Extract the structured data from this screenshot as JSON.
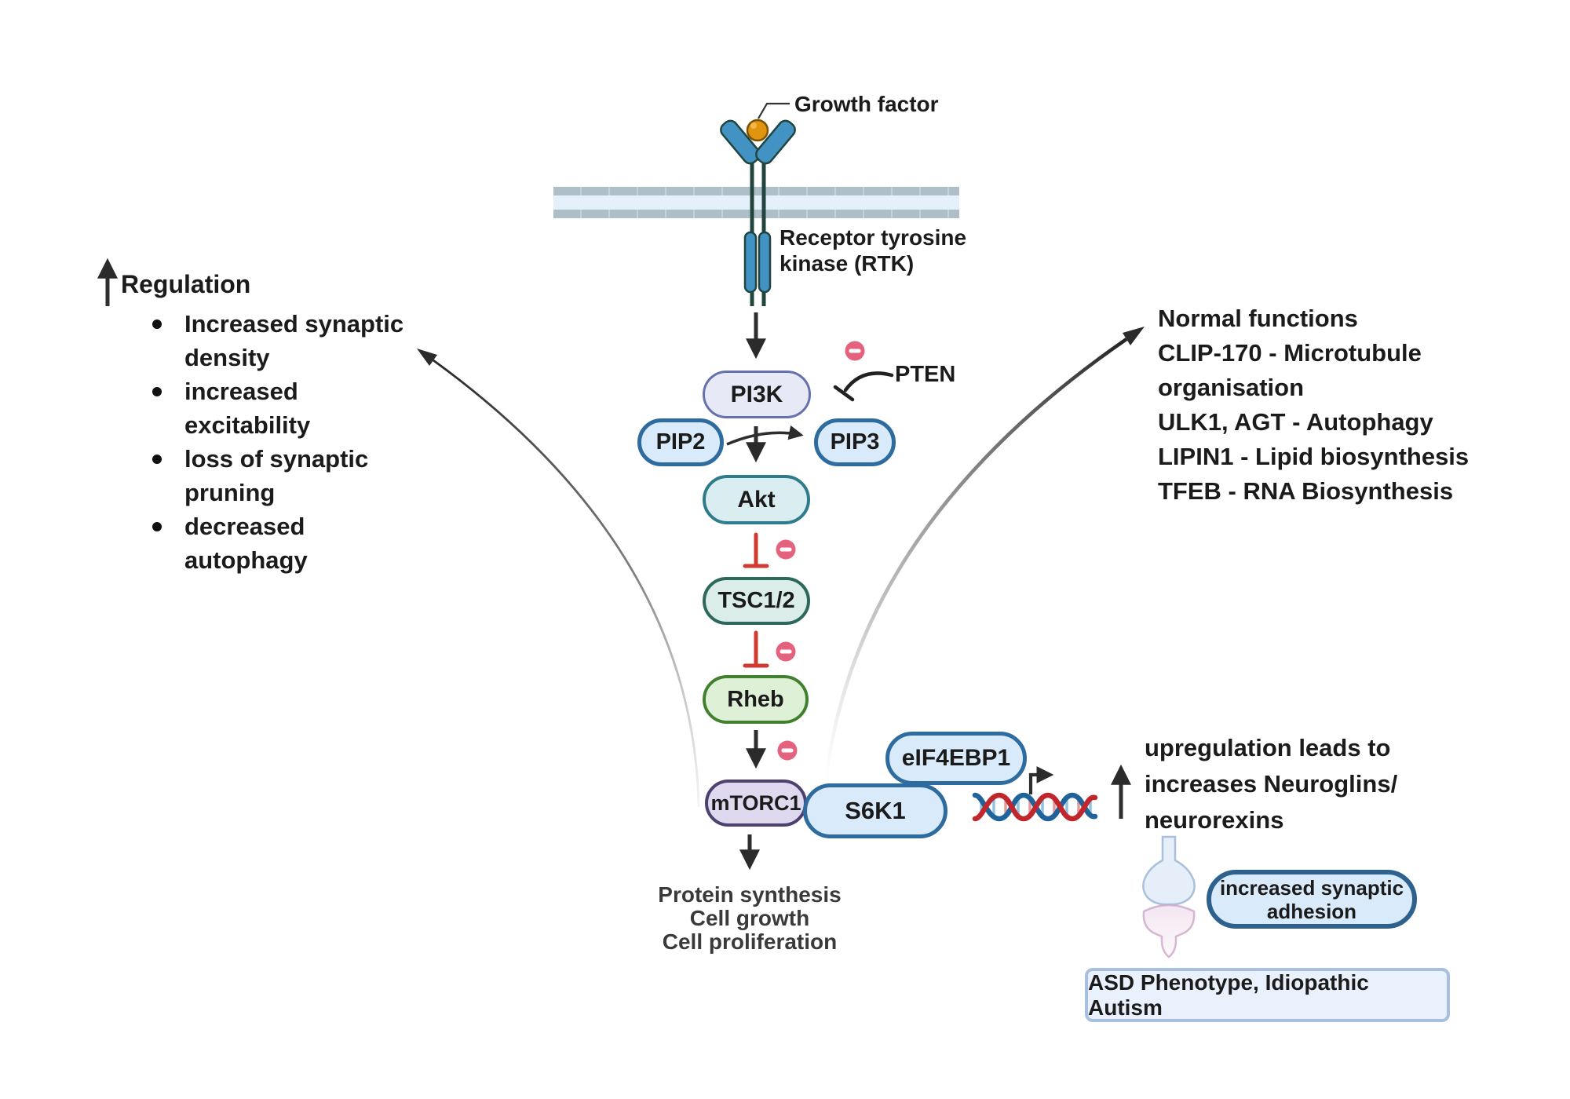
{
  "receptor": {
    "growth_factor_label": "Growth factor",
    "rtk_label_line1": "Receptor tyrosine",
    "rtk_label_line2": "kinase (RTK)"
  },
  "nodes": {
    "pi3k": "PI3K",
    "pip2": "PIP2",
    "pip3": "PIP3",
    "akt": "Akt",
    "tsc12": "TSC1/2",
    "rheb": "Rheb",
    "mtorc1": "mTORC1",
    "s6k1": "S6K1",
    "eif4ebp1": "eIF4EBP1",
    "pten": "PTEN"
  },
  "left_panel": {
    "heading": "Regulation",
    "bullets": [
      [
        "Increased synaptic",
        "density"
      ],
      [
        "increased",
        "excitability"
      ],
      [
        "loss of synaptic",
        "pruning"
      ],
      [
        "decreased",
        "autophagy"
      ]
    ]
  },
  "right_panel": {
    "lines": [
      "Normal functions",
      "CLIP-170 - Microtubule",
      "organisation",
      "ULK1, AGT - Autophagy",
      "LIPIN1 - Lipid biosynthesis",
      "TFEB - RNA Biosynthesis"
    ]
  },
  "outcomes": {
    "lines": [
      "Protein synthesis",
      "Cell growth",
      "Cell proliferation"
    ]
  },
  "upregulation": {
    "lines": [
      "upregulation leads to",
      "increases Neuroglins/",
      "neurorexins"
    ]
  },
  "adhesion_pill": {
    "lines": [
      "increased synaptic",
      "adhesion"
    ]
  },
  "asd_box": {
    "label": "ASD Phenotype, Idiopathic Autism"
  },
  "icons": {
    "growth_factor": "orange-ligand-ball",
    "receptor": "rtk-y-receptor",
    "membrane": "lipid-bilayer-bands",
    "minus": "pink-circle-minus (inhibition)",
    "dna": "red-blue-double-helix",
    "transcription": "bent-right-arrow",
    "synapse": "pre-post-synaptic-terminals",
    "up_arrow": "black-up-arrow"
  },
  "colors": {
    "text": "#1b1b1b",
    "arrow": "#2e2e2e",
    "inhibit_red": "#d03a31",
    "minus_pink": "#e4627e",
    "pi3k_fill": "#e8e9f7",
    "pi3k_border": "#6570ae",
    "blue_fill": "#d9eafa",
    "blue_border": "#2e6b9e",
    "pill_border": "#2e618e",
    "akt_fill": "#daeef1",
    "akt_border": "#2e7b8b",
    "tsc_fill": "#daede8",
    "tsc_border": "#2c695c",
    "rheb_fill": "#def1d6",
    "rheb_border": "#41802e",
    "mtorc1_fill": "#ded9ee",
    "mtorc1_border": "#4e4170",
    "membrane_band": "#aebfca",
    "membrane_mid": "#e4f0fa",
    "dna_red": "#c0272d",
    "dna_blue": "#20639b",
    "asd_fill": "#e9f1fc",
    "asd_border": "#a9bfdf"
  }
}
